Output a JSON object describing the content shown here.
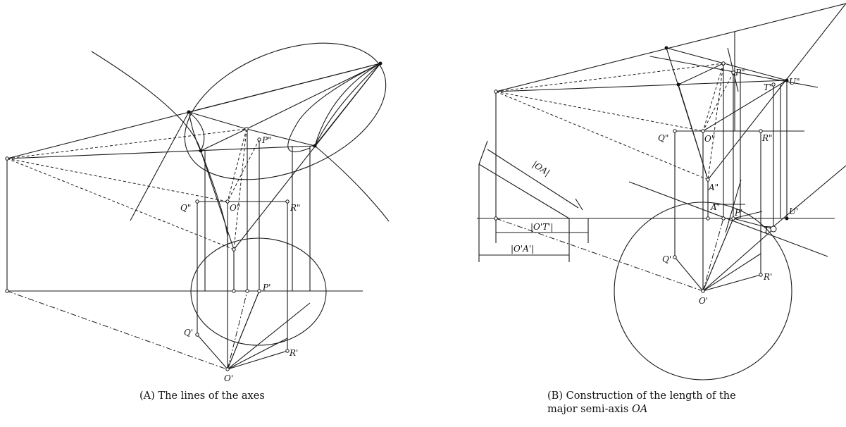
{
  "left_panel": {
    "caption_tag": "(A)",
    "caption_text": "The lines of the axes",
    "labels": {
      "P2": "P\"",
      "Q2": "Q\"",
      "O2": "O\"",
      "R2": "R\"",
      "P1": "P'",
      "Q1": "Q'",
      "O1": "O'",
      "R1": "R'"
    }
  },
  "right_panel": {
    "caption_tag": "(B)",
    "caption_line1": "Construction of the length of the",
    "caption_line2": "major semi-axis",
    "caption_math": "OA",
    "labels": {
      "P2": "P\"",
      "U2": "U\"",
      "T2": "T\"",
      "Q2": "Q\"",
      "O2": "O\"",
      "R2": "R\"",
      "A2": "A\"",
      "A1": "A'",
      "P1": "P'",
      "U1": "U'",
      "T1": "T'",
      "Q1": "Q'",
      "R1": "R'",
      "O1": "O'",
      "OA": "|OA|",
      "OT": "|O'T'|",
      "OA1": "|O'A'|"
    }
  }
}
